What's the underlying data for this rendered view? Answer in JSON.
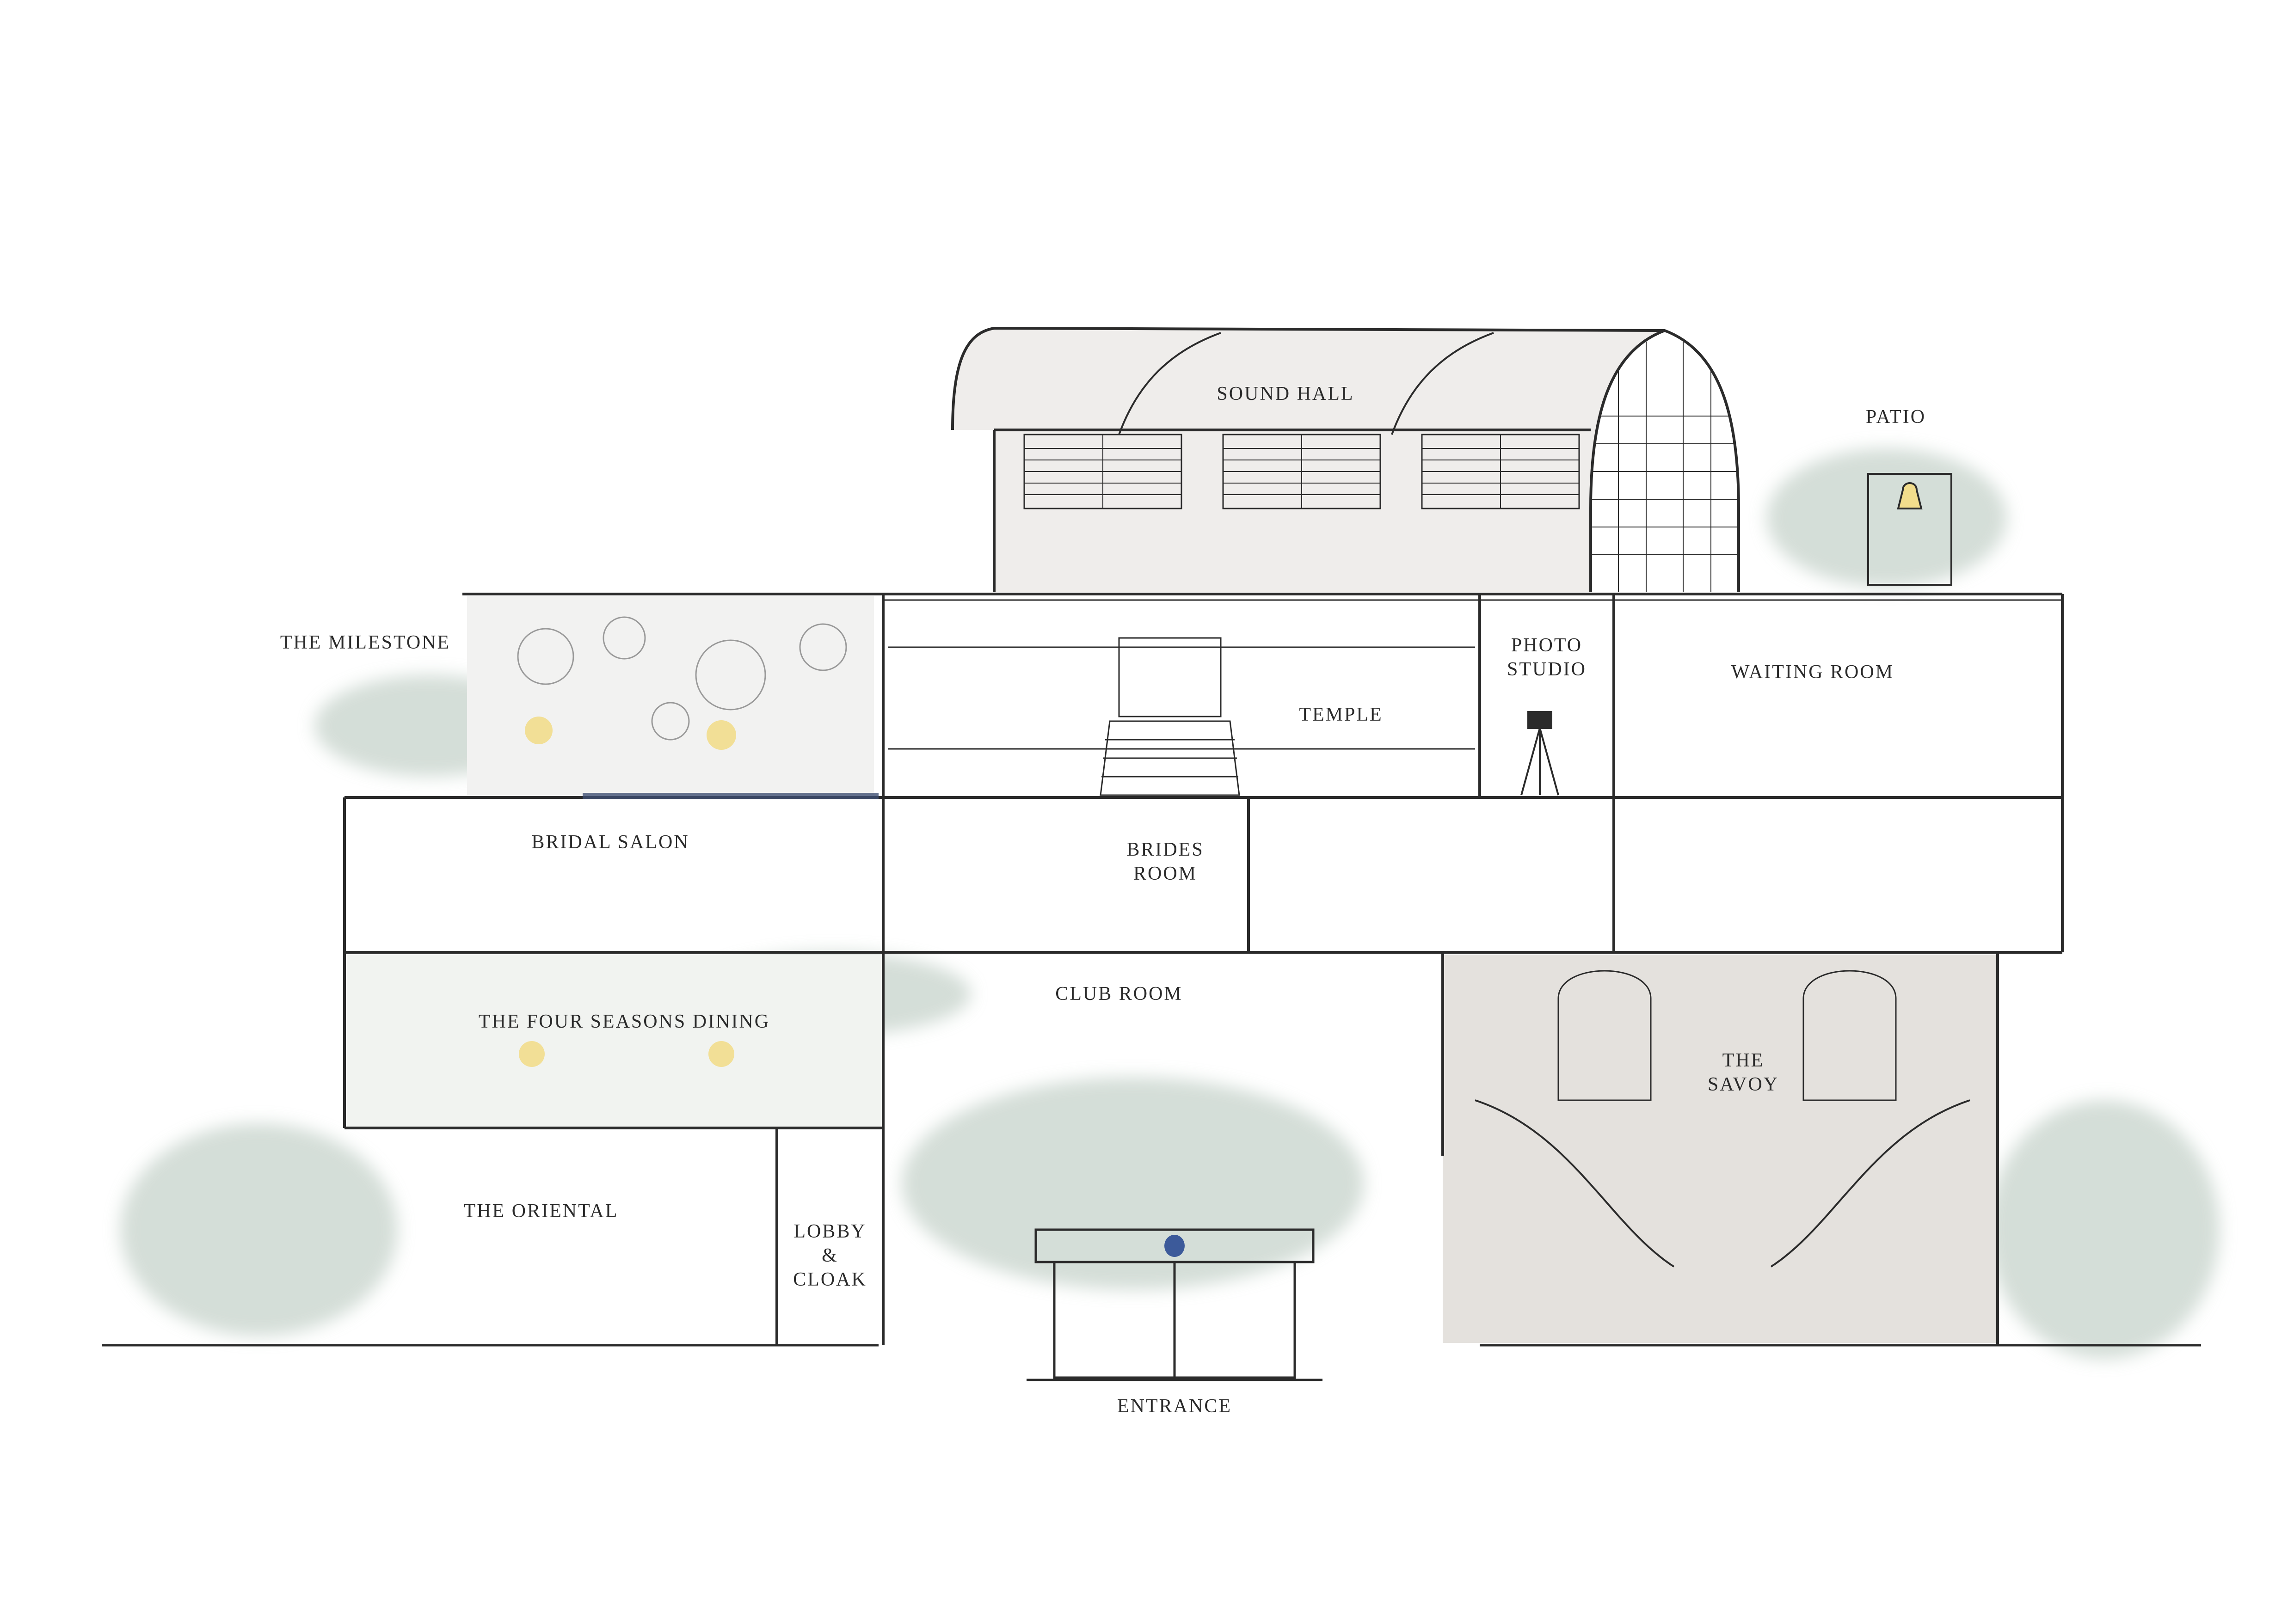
{
  "rooms": {
    "sound_hall": "SOUND HALL",
    "patio": "PATIO",
    "the_milestone": "THE MILESTONE",
    "temple": "TEMPLE",
    "photo_studio": "PHOTO\nSTUDIO",
    "waiting_room": "WAITING ROOM",
    "bridal_salon": "BRIDAL SALON",
    "brides_room": "BRIDES\nROOM",
    "club_room": "CLUB ROOM",
    "four_seasons_dining": "THE FOUR SEASONS DINING",
    "the_savoy": "THE\nSAVOY",
    "the_oriental": "THE ORIENTAL",
    "lobby_cloak": "LOBBY\n&\nCLOAK",
    "entrance": "ENTRANCE"
  },
  "colors": {
    "line": "#2b2b2b",
    "greenery": "#c6d3cb",
    "greenery_dark": "#a9bcb1",
    "wall_tint": "#efedeb",
    "savoy_tint": "#e4e1dd",
    "flower": "#f2dd8c",
    "pool": "#3f4f73",
    "plaque": "#3c5a9a"
  }
}
